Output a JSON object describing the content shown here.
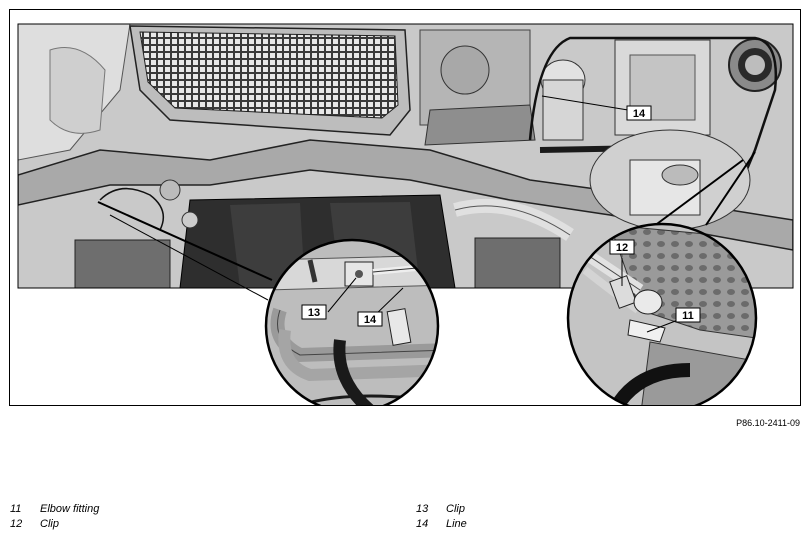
{
  "figure": {
    "id": "P86.10-2411-09",
    "callouts": [
      {
        "num": "11"
      },
      {
        "num": "12"
      },
      {
        "num": "13"
      },
      {
        "num": "14"
      },
      {
        "num": "14"
      }
    ]
  },
  "legend": {
    "left": [
      {
        "num": "11",
        "label": "Elbow fitting"
      },
      {
        "num": "12",
        "label": "Clip"
      }
    ],
    "right": [
      {
        "num": "13",
        "label": "Clip"
      },
      {
        "num": "14",
        "label": "Line"
      }
    ]
  }
}
